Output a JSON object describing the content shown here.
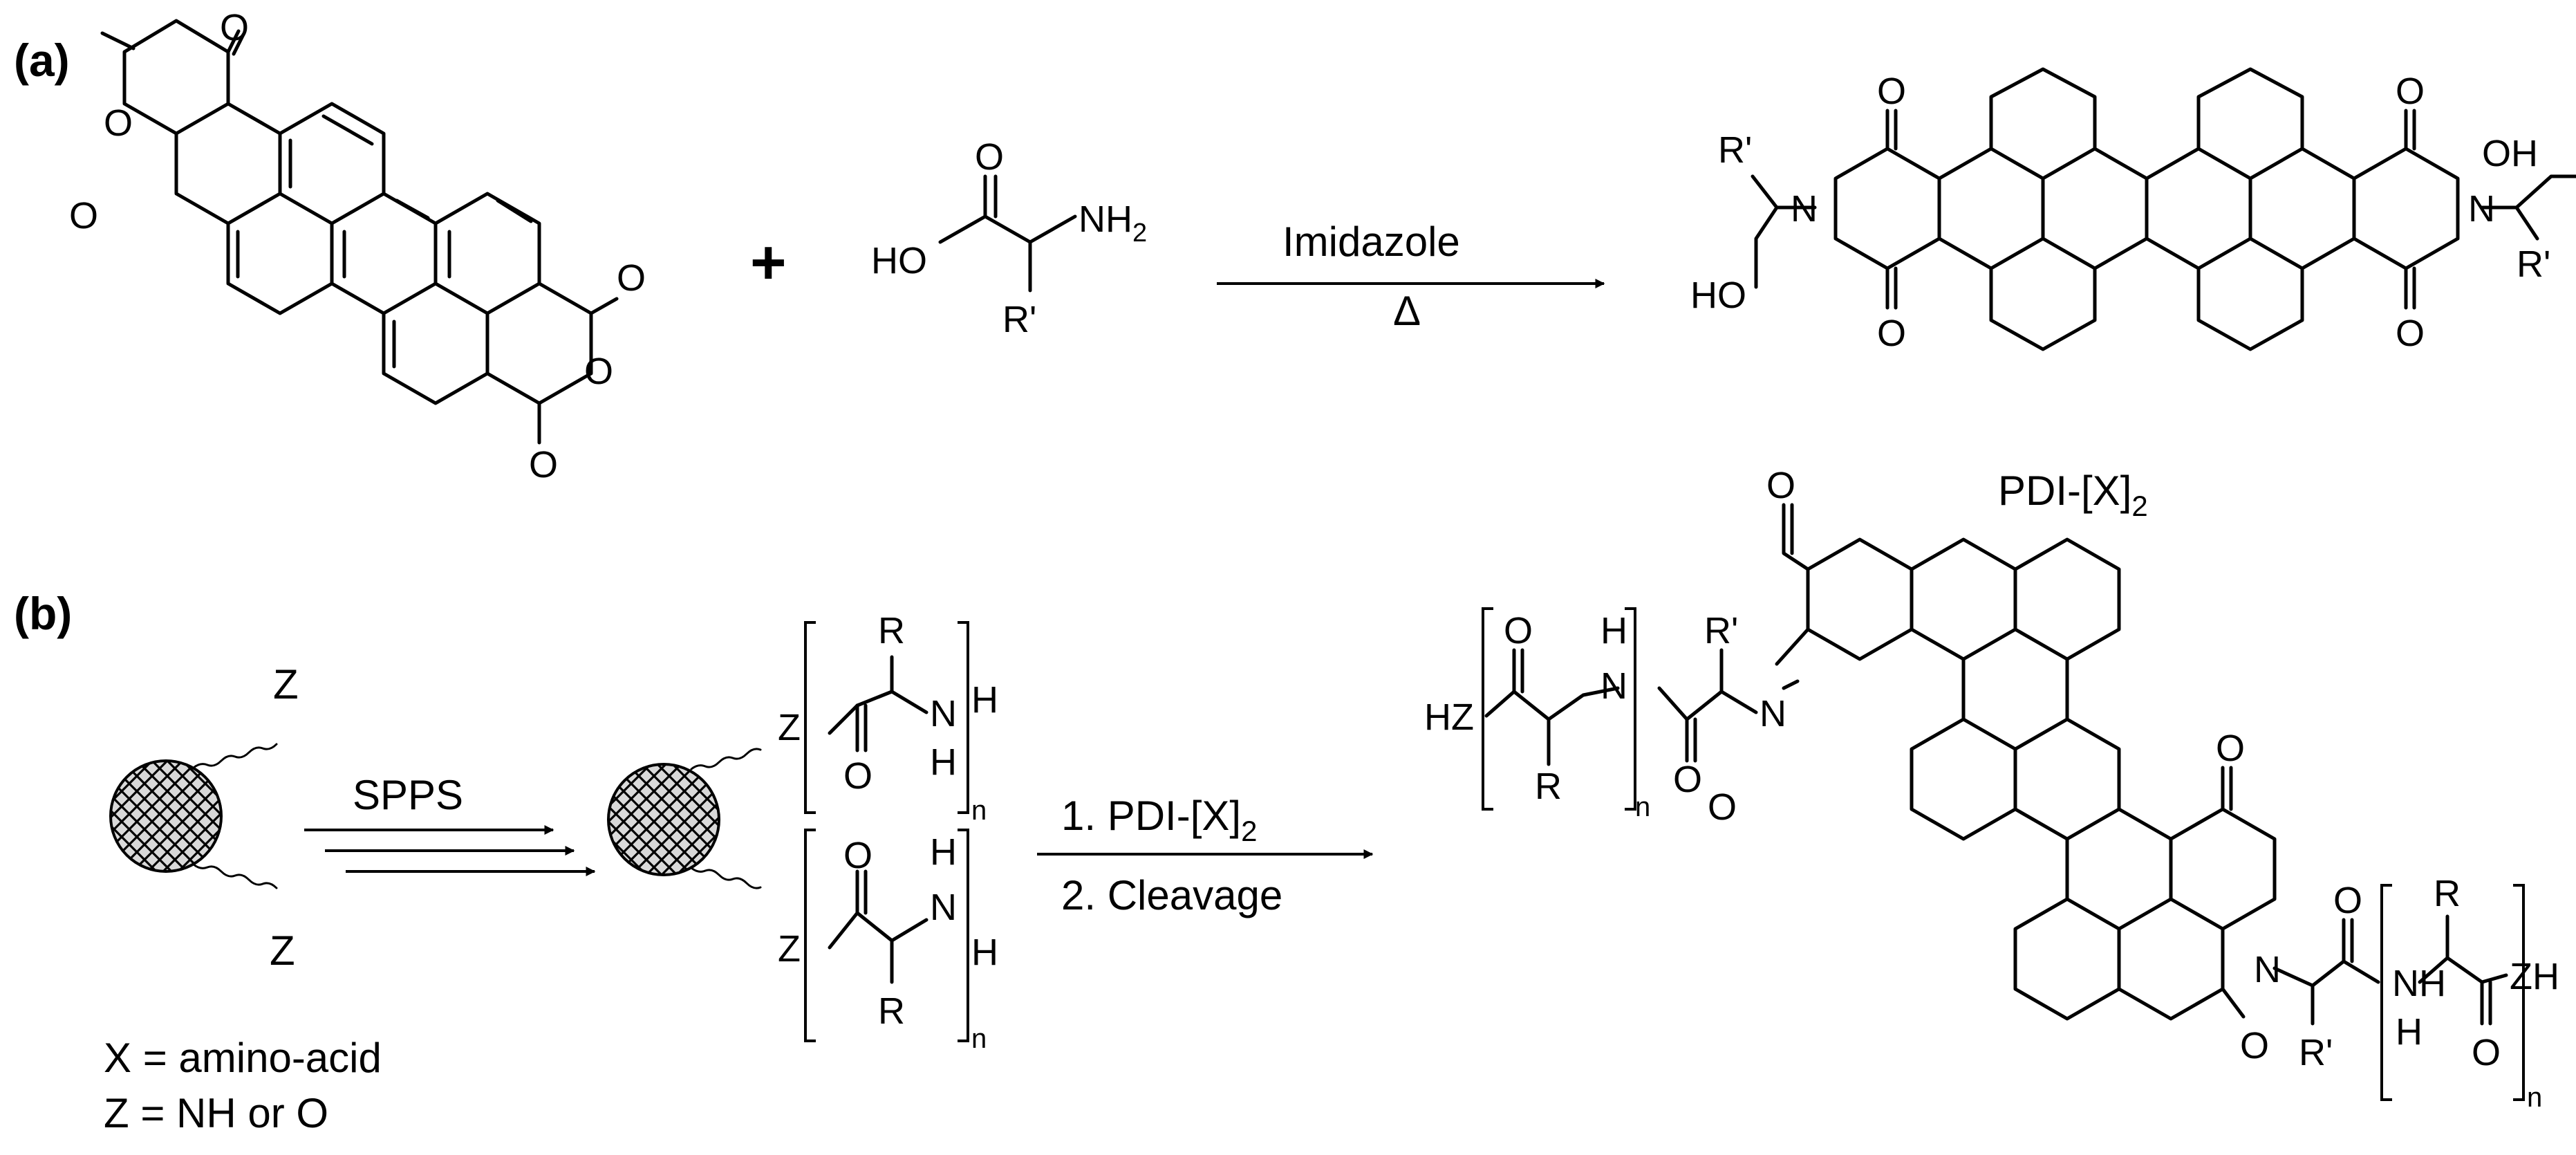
{
  "panels": {
    "a": "(a)",
    "b": "(b)"
  },
  "scheme_a": {
    "plus": "+",
    "reagent_atoms": {
      "ho": "HO",
      "o": "O",
      "nh2_main": "NH",
      "nh2_sub": "2",
      "r": "R'"
    },
    "arrow_top": "Imidazole",
    "arrow_bottom": "Δ",
    "product_label_main": "PDI-[X]",
    "product_label_sub": "2",
    "product_atoms": {
      "o": "O",
      "n": "N",
      "ho": "HO",
      "oh": "OH",
      "r": "R'"
    }
  },
  "scheme_b": {
    "z": "Z",
    "arrow1_label": "SPPS",
    "arrow2_line1_main": "1. PDI-[X]",
    "arrow2_line1_sub": "2",
    "arrow2_line2": "2. Cleavage",
    "legend_x": "X = amino-acid",
    "legend_z": "Z = NH or O",
    "atoms": {
      "r": "R",
      "rp": "R'",
      "o": "O",
      "n": "N",
      "nh": "NH",
      "h": "H",
      "n_sub": "n",
      "hz": "HZ",
      "zh": "ZH"
    }
  }
}
